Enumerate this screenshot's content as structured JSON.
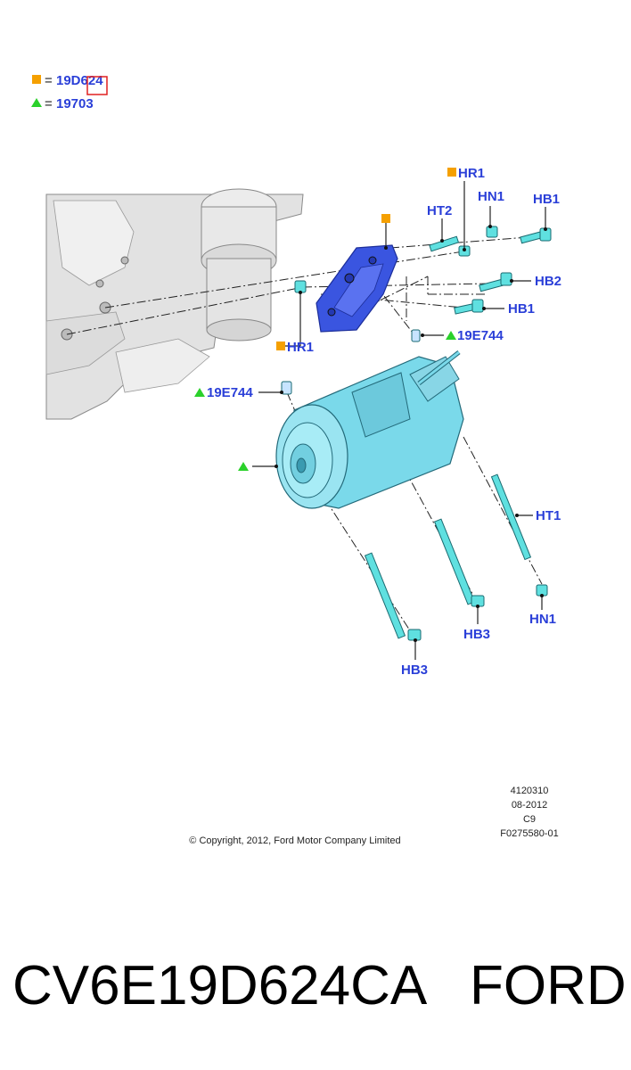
{
  "legend": [
    {
      "symbol": "square",
      "color": "#f5a000",
      "equals": "=",
      "code": "19D624"
    },
    {
      "symbol": "triangle",
      "color": "#2bd12b",
      "equals": "=",
      "code": "19703"
    }
  ],
  "callouts": {
    "hr1_top": "HR1",
    "ht2": "HT2",
    "hn1_top": "HN1",
    "hb1_top": "HB1",
    "hb2": "HB2",
    "hb1_mid": "HB1",
    "e744_right": "19E744",
    "hr1_left": "HR1",
    "e744_left": "19E744",
    "ht1": "HT1",
    "hn1_bottom": "HN1",
    "hb3_mid": "HB3",
    "hb3_left": "HB3"
  },
  "meta": {
    "line1": "4120310",
    "line2": "08-2012",
    "line3": "C9",
    "line4": "F0275580-01",
    "copyright": "© Copyright, 2012, Ford Motor Company Limited"
  },
  "footer": {
    "part_number": "CV6E19D624CA",
    "brand": "FORD"
  },
  "colors": {
    "callout_blue": "#2a3fd8",
    "bracket_blue": "#3a55e0",
    "part_cyan": "#5fe0e0",
    "engine_gray": "#d9d9d9"
  }
}
